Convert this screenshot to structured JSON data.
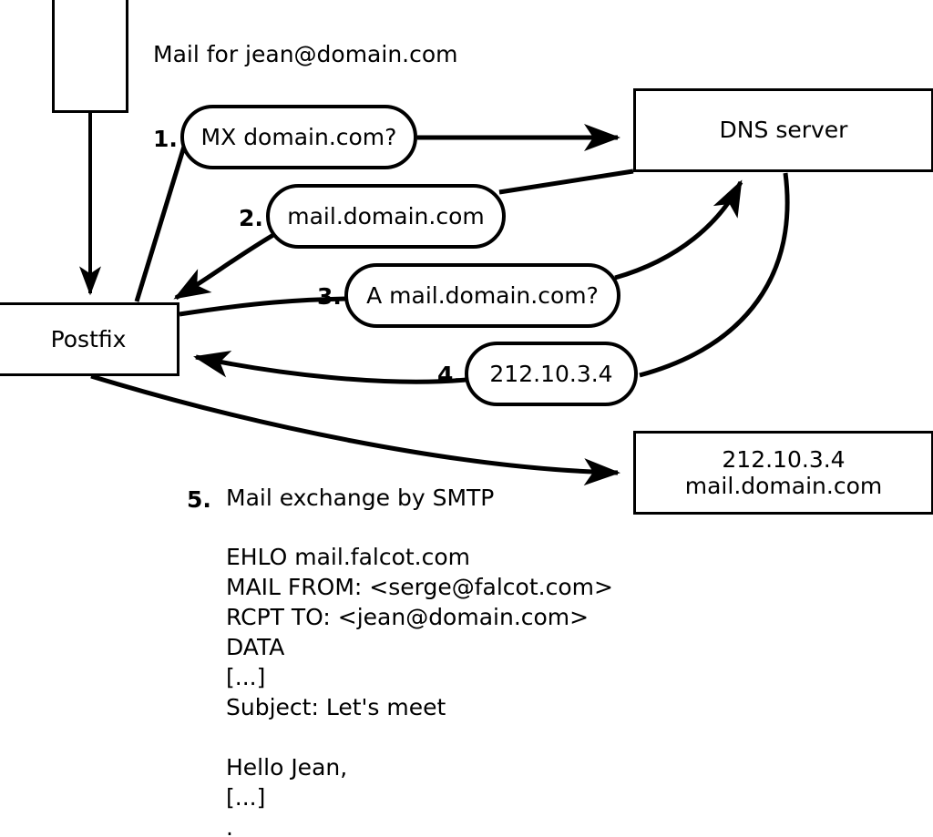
{
  "diagram": {
    "title_text": "Mail for jean@domain.com",
    "nodes": {
      "client": "",
      "postfix": "Postfix",
      "dns": "DNS server",
      "target_line1": "212.10.3.4",
      "target_line2": "mail.domain.com"
    },
    "steps": [
      {
        "num": "1.",
        "label": "MX domain.com?"
      },
      {
        "num": "2.",
        "label": "mail.domain.com"
      },
      {
        "num": "3.",
        "label": "A mail.domain.com?"
      },
      {
        "num": "4.",
        "label": "212.10.3.4"
      },
      {
        "num": "5.",
        "label": "Mail exchange by SMTP"
      }
    ],
    "smtp_transcript": [
      "EHLO mail.falcot.com",
      "MAIL FROM: <serge@falcot.com>",
      "RCPT TO: <jean@domain.com>",
      "DATA",
      "[...]",
      "Subject: Let's meet",
      "",
      "Hello Jean,",
      "[...]",
      "."
    ],
    "colors": {
      "stroke": "#000000",
      "fill": "#ffffff",
      "text": "#000000"
    }
  }
}
